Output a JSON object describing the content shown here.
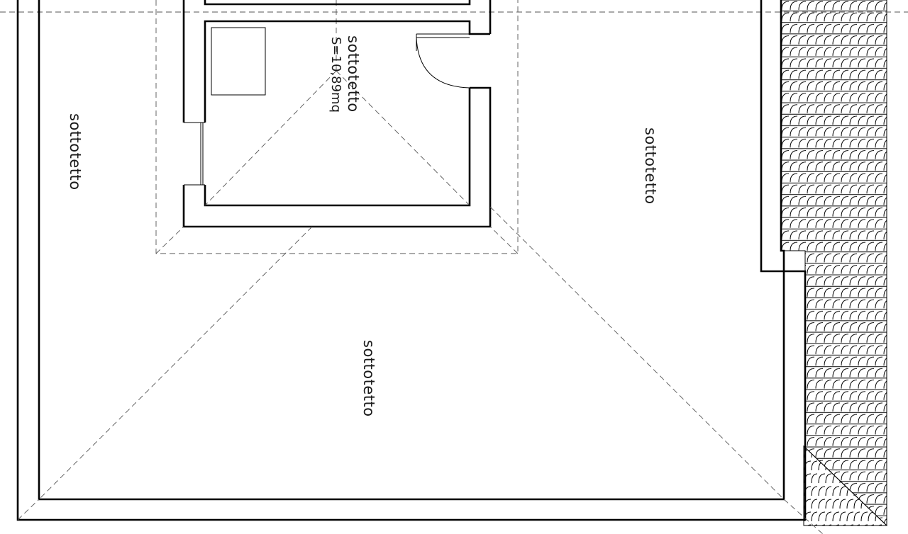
{
  "drawing": {
    "labels": {
      "left_room": "sottotetto",
      "top_room": "sottotetto",
      "top_room_area": "S=10,89mq",
      "right_room": "sottotetto",
      "center_room": "sottotetto"
    }
  },
  "colors": {
    "line": "#000000",
    "dash": "#555555",
    "background": "#ffffff"
  }
}
